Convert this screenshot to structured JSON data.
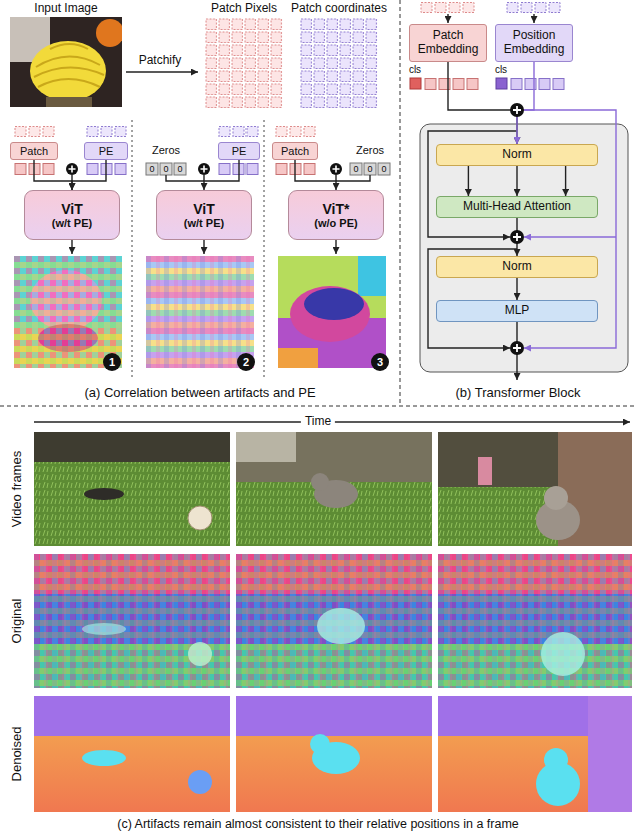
{
  "diagram": {
    "nodes": [
      {
        "text": [
          "Patch"
        ]
      },
      {
        "text": [
          "PE"
        ]
      },
      {
        "text": [
          "ViT",
          "(w/t PE)"
        ]
      },
      {
        "text": [
          "PE"
        ]
      },
      {
        "text": [
          "ViT",
          "(w/t PE)"
        ]
      },
      {
        "text": [
          "Patch"
        ]
      },
      {
        "text": [
          "ViT*",
          "(w/o PE)"
        ]
      },
      {
        "text": [
          "Patch Embedding"
        ]
      },
      {
        "text": [
          "Position Embedding"
        ]
      },
      {
        "text": [
          "Norm"
        ]
      },
      {
        "text": [
          "Multi-Head Attention"
        ]
      },
      {
        "text": [
          "Norm"
        ]
      },
      {
        "text": [
          "MLP"
        ]
      }
    ],
    "edges": [
      {
        "from": 0,
        "to": 2,
        "arrow": "to"
      },
      {
        "from": 1,
        "to": 2,
        "arrow": "to"
      },
      {
        "from": 3,
        "to": 4,
        "arrow": "to"
      },
      {
        "from": 5,
        "to": 6,
        "arrow": "to"
      },
      {
        "from": 7,
        "to": 9,
        "arrow": "to"
      },
      {
        "from": 8,
        "to": 9,
        "arrow": "to"
      },
      {
        "from": 9,
        "to": 10,
        "arrow": "to"
      },
      {
        "from": 9,
        "to": 10,
        "arrow": "to"
      },
      {
        "from": 9,
        "to": 10,
        "arrow": "to"
      },
      {
        "from": 10,
        "to": 11,
        "arrow": "to"
      },
      {
        "from": 11,
        "to": 12,
        "arrow": "to"
      }
    ],
    "labels": [
      "Input Image",
      "Patchify",
      "Patch Pixels",
      "Patch coordinates",
      "Zeros",
      "0",
      "0",
      "0",
      "Zeros",
      "0",
      "0",
      "0",
      "1",
      "2",
      "3",
      "(a) Correlation between artifacts and PE",
      "cls",
      "cls",
      "(b) Transformer Block",
      "Time",
      "Video frames",
      "Original",
      "Denoised",
      "(c) Artifacts remain almost consistent to their relative positions in a frame"
    ]
  }
}
